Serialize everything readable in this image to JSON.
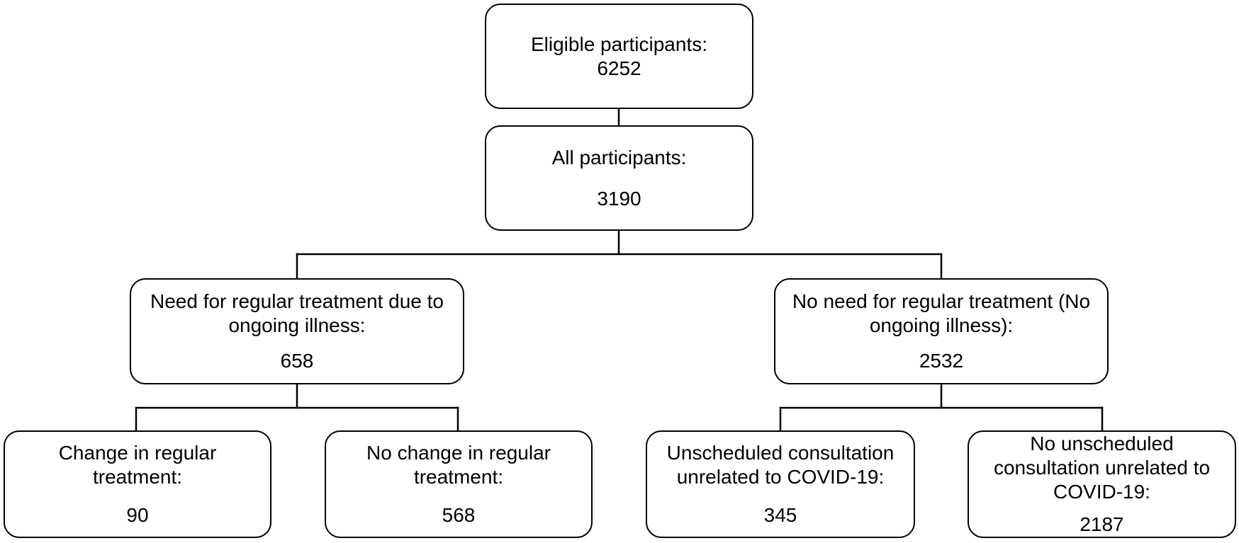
{
  "diagram": {
    "nodes": {
      "eligible": {
        "label": "Eligible participants:",
        "count": "6252"
      },
      "all": {
        "label": "All participants:",
        "count": "3190"
      },
      "need": {
        "label": "Need for regular treatment due to\nongoing illness:",
        "count": "658"
      },
      "noneed": {
        "label": "No need for regular treatment (No\nongoing illness):",
        "count": "2532"
      },
      "change": {
        "label": "Change in regular\ntreatment:",
        "count": "90"
      },
      "nochange": {
        "label": "No change in regular\ntreatment:",
        "count": "568"
      },
      "unsched": {
        "label": "Unscheduled consultation\nunrelated to COVID-19:",
        "count": "345"
      },
      "nounsched": {
        "label": "No unscheduled\nconsultation unrelated to\nCOVID-19:",
        "count": "2187"
      }
    },
    "edges": [
      {
        "from": "Eligible participants:",
        "to": "All participants:"
      },
      {
        "from": "All participants:",
        "to": "Need for regular treatment due to ongoing illness:"
      },
      {
        "from": "All participants:",
        "to": "No need for regular treatment (No ongoing illness):"
      },
      {
        "from": "Need for regular treatment due to ongoing illness:",
        "to": "Change in regular treatment:"
      },
      {
        "from": "Need for regular treatment due to ongoing illness:",
        "to": "No change in regular treatment:"
      },
      {
        "from": "No need for regular treatment (No ongoing illness):",
        "to": "Unscheduled consultation unrelated to COVID-19:"
      },
      {
        "from": "No need for regular treatment (No ongoing illness):",
        "to": "No unscheduled consultation unrelated to COVID-19:"
      }
    ]
  }
}
